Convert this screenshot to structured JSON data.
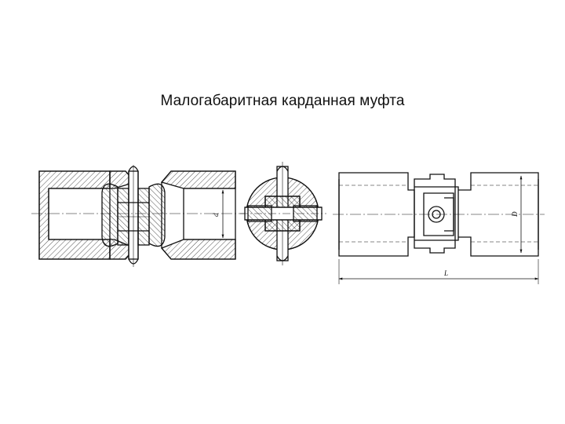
{
  "slide": {
    "title": "Малогабаритная карданная муфта"
  },
  "drawing": {
    "dimensions": {
      "bore_diameter": "d",
      "outer_diameter": "D",
      "overall_length": "L"
    }
  }
}
